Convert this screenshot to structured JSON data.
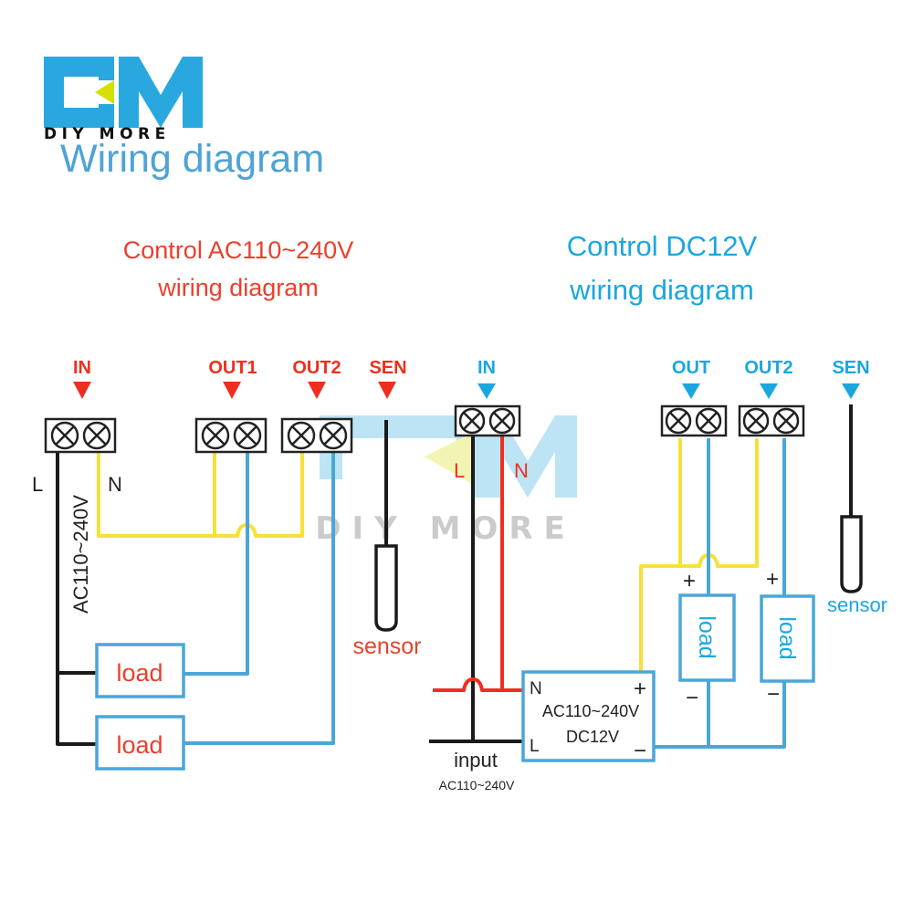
{
  "brand": {
    "logo_letters": "DM",
    "logo_subtitle": "DIY MORE",
    "watermark_letters": "DM",
    "watermark_subtitle": "DIY MORE"
  },
  "colors": {
    "brand_blue": "#29a8e0",
    "logo_yellow": "#d6e000",
    "title_blue": "#4fa3d6",
    "ac_red": "#e8412c",
    "dc_cyan": "#1aa7e0",
    "wire_yellow": "#f7e03a",
    "wire_blue": "#4aa6d9",
    "wire_red": "#ee2f1f",
    "wire_black": "#1a1a1a"
  },
  "page_title": "Wiring diagram",
  "ac_section": {
    "heading_line1": "Control AC110~240V",
    "heading_line2": "wiring diagram",
    "terminals": {
      "in": "IN",
      "out1": "OUT1",
      "out2": "OUT2",
      "sen": "SEN"
    },
    "wire_labels": {
      "l": "L",
      "n": "N",
      "supply_voltage": "AC110~240V"
    },
    "sensor_label": "sensor",
    "loads": [
      "load",
      "load"
    ]
  },
  "dc_section": {
    "heading_line1": "Control DC12V",
    "heading_line2": "wiring diagram",
    "terminals": {
      "in": "IN",
      "out": "OUT",
      "out2": "OUT2",
      "sen": "SEN"
    },
    "wire_labels": {
      "l": "L",
      "n": "N"
    },
    "power_supply": {
      "n": "N",
      "l": "L",
      "plus": "+",
      "minus": "−",
      "input_rating": "AC110~240V",
      "output_rating": "DC12V"
    },
    "input_label": "input",
    "input_voltage": "AC110~240V",
    "sensor_label": "sensor",
    "loads": [
      {
        "label": "load",
        "plus": "+",
        "minus": "−"
      },
      {
        "label": "load",
        "plus": "+",
        "minus": "−"
      }
    ]
  }
}
